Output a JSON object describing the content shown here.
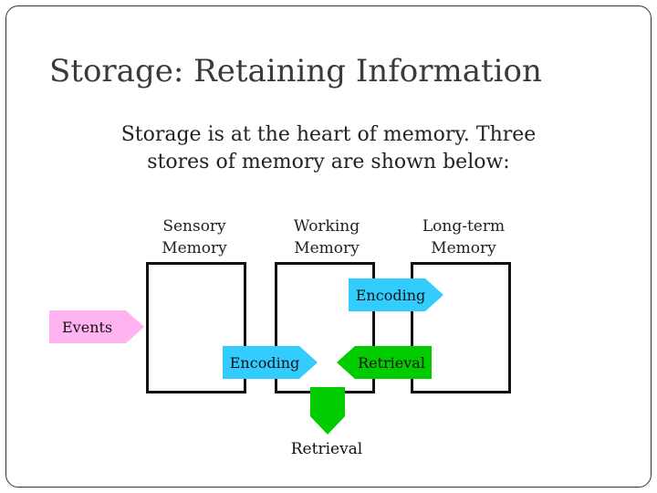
{
  "slide": {
    "title": "Storage: Retaining Information",
    "body_line1": "Storage is at the heart of memory. Three",
    "body_line2": "stores of memory are shown below:"
  },
  "stores": {
    "sensory": {
      "line1": "Sensory",
      "line2": "Memory"
    },
    "working": {
      "line1": "Working",
      "line2": "Memory"
    },
    "longterm": {
      "line1": "Long-term",
      "line2": "Memory"
    }
  },
  "arrows": {
    "events": {
      "label": "Events",
      "color": "#ffb3f0"
    },
    "encoding_top": {
      "label": "Encoding",
      "color": "#33ccff"
    },
    "encoding_bottom": {
      "label": "Encoding",
      "color": "#33ccff"
    },
    "retrieval_left": {
      "label": "Retrieval",
      "color": "#00cc00"
    },
    "retrieval_down": {
      "label": "Retrieval",
      "color": "#00cc00"
    }
  }
}
